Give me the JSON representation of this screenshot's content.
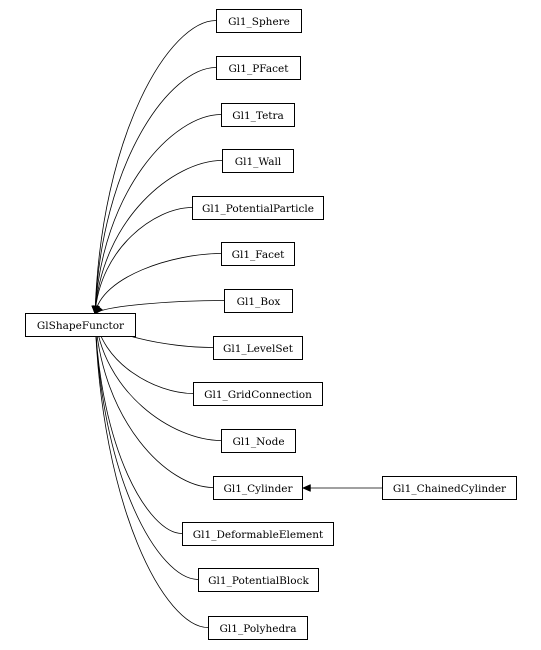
{
  "diagram": {
    "type": "inheritance-graph",
    "base": {
      "id": "base",
      "label": "GlShapeFunctor"
    },
    "nodes": [
      {
        "id": "sphere",
        "label": "Gl1_Sphere",
        "parent": "base"
      },
      {
        "id": "pfacet",
        "label": "Gl1_PFacet",
        "parent": "base"
      },
      {
        "id": "tetra",
        "label": "Gl1_Tetra",
        "parent": "base"
      },
      {
        "id": "wall",
        "label": "Gl1_Wall",
        "parent": "base"
      },
      {
        "id": "potentialparticle",
        "label": "Gl1_PotentialParticle",
        "parent": "base"
      },
      {
        "id": "facet",
        "label": "Gl1_Facet",
        "parent": "base"
      },
      {
        "id": "box",
        "label": "Gl1_Box",
        "parent": "base"
      },
      {
        "id": "levelset",
        "label": "Gl1_LevelSet",
        "parent": "base"
      },
      {
        "id": "gridconnection",
        "label": "Gl1_GridConnection",
        "parent": "base"
      },
      {
        "id": "node",
        "label": "Gl1_Node",
        "parent": "base"
      },
      {
        "id": "cylinder",
        "label": "Gl1_Cylinder",
        "parent": "base"
      },
      {
        "id": "chainedcylinder",
        "label": "Gl1_ChainedCylinder",
        "parent": "cylinder"
      },
      {
        "id": "deformableelement",
        "label": "Gl1_DeformableElement",
        "parent": "base"
      },
      {
        "id": "potentialblock",
        "label": "Gl1_PotentialBlock",
        "parent": "base"
      },
      {
        "id": "polyhedra",
        "label": "Gl1_Polyhedra",
        "parent": "base"
      }
    ]
  }
}
